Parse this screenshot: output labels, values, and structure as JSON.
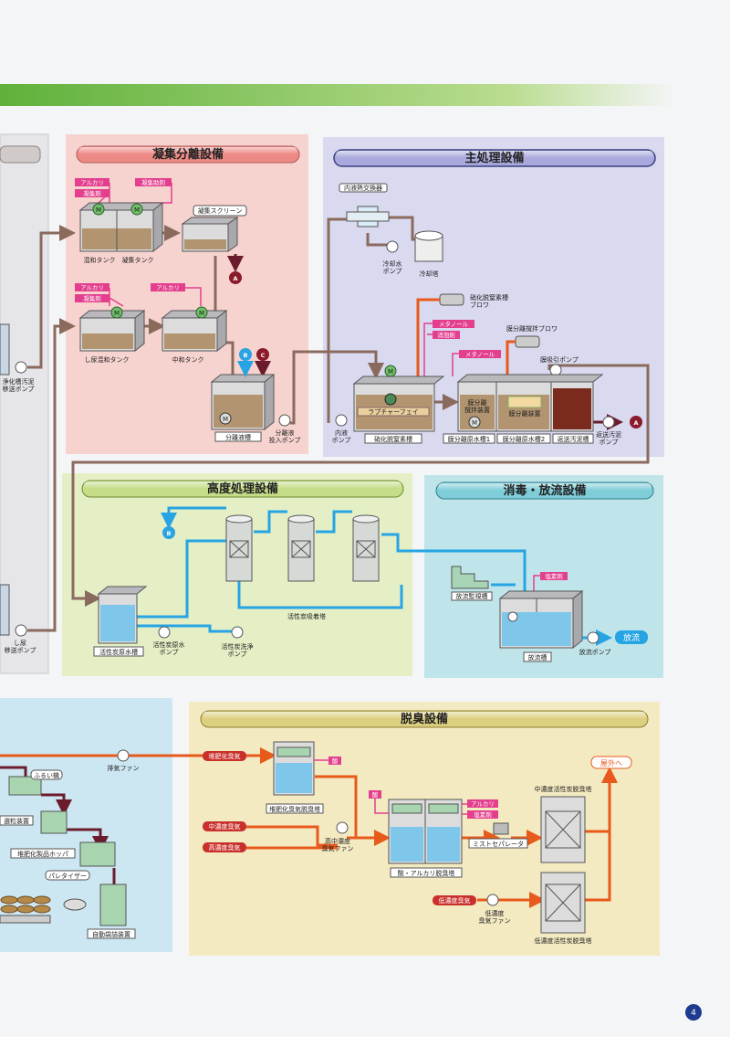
{
  "colors": {
    "green_band": "#7cc243",
    "pink_panel": "#f7d3cf",
    "blue_panel": "#d9d9f0",
    "green_panel": "#e4efc6",
    "cyan_panel": "#bfe5ea",
    "lightblue_panel": "#cde7f2",
    "yellow_panel": "#f4eac2",
    "pipe_brown": "#8b6a5e",
    "pipe_blue": "#27a4e3",
    "pipe_orange": "#e8591c",
    "pipe_dark": "#6b1c2c",
    "tag_magenta": "#e33f8e",
    "tag_red": "#c9302c"
  },
  "sections": {
    "coag": "凝集分離設備",
    "main": "主処理設備",
    "adv": "高度処理設備",
    "disinf": "消毒・放流設備",
    "deodor": "脱臭設備"
  },
  "coag": {
    "alkali1": "アルカリ",
    "coagulant1": "凝集剤",
    "aid": "凝集助剤",
    "screen": "凝集スクリーン",
    "mix_tank": "混和タンク",
    "coag_tank": "凝集タンク",
    "alkali2": "アルカリ",
    "coagulant2": "凝集剤",
    "alkali3": "アルカリ",
    "night_mix": "し尿混和タンク",
    "neutral": "中和タンク",
    "sep_tank": "分離液槽",
    "sep_pump": "分離液\n投入ポンプ"
  },
  "main": {
    "hx": "内液熱交換器",
    "cool_pump": "冷却水\nポンプ",
    "cool_tower": "冷却塔",
    "blower1": "硝化脱窒素槽\nブロワ",
    "methanol1": "メタノール",
    "defoam": "消泡剤",
    "methanol2": "メタノール",
    "blower2": "膜分離撹拌ブロワ",
    "suction_pump": "膜吸引ポンプ",
    "jet": "ラプチャーフェイ",
    "inner_pump": "内液\nポンプ",
    "nitri": "硝化脱窒素槽",
    "mem1": "膜分離原水槽1",
    "mem2": "膜分離原水槽2",
    "return_tank": "返送汚泥槽",
    "mem_stir": "膜分離\n撹拌装置",
    "mem_dev": "膜分離装置",
    "return_pump": "返送汚泥\nポンプ"
  },
  "adv": {
    "ac_tower": "活性炭吸着塔",
    "raw_tank": "活性炭原水槽",
    "raw_pump": "活性炭原水\nポンプ",
    "wash_pump": "活性炭洗浄\nポンプ"
  },
  "disinf": {
    "monitor": "放流監視槽",
    "chlorine": "塩素剤",
    "tank": "放流槽",
    "pump": "放流ポンプ",
    "out": "放流"
  },
  "left": {
    "pump1": "浄化槽汚泥\n移送ポンプ",
    "pump2": "し尿\n移送ポンプ"
  },
  "compost": {
    "fan": "排気ファン",
    "sieve": "ふるい機",
    "mill": "選粒装置",
    "hopper": "堆肥化製品ホッパ",
    "pelletizer": "パレタイザー",
    "bagger": "自動袋詰装置"
  },
  "deodor": {
    "compost_odor": "堆肥化臭気",
    "acid1": "酸",
    "compost_tower": "堆肥化臭気脱臭塔",
    "acid2": "酸",
    "mid_odor": "中濃度臭気",
    "high_odor": "高濃度臭気",
    "hm_fan": "高中濃度\n臭気ファン",
    "alkali": "アルカリ",
    "hypo": "塩素剤",
    "acid_tower": "酸・アルカリ脱臭塔",
    "mist": "ミストセパレータ",
    "mid_carbon": "中濃度活性炭脱臭塔",
    "outside": "屋外へ",
    "low_odor": "低濃度臭気",
    "low_fan": "低濃度\n臭気ファン",
    "low_carbon": "低濃度活性炭脱臭塔"
  },
  "markers": {
    "a": "A",
    "b": "B",
    "c": "C",
    "m": "M"
  },
  "page_number": "4"
}
